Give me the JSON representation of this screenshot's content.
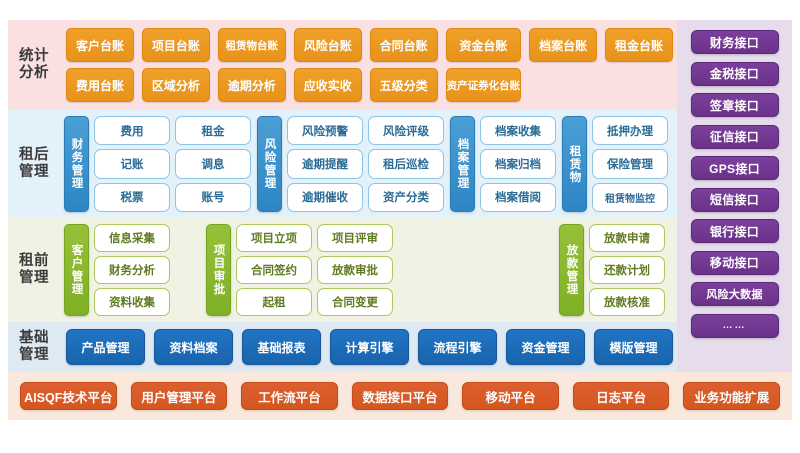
{
  "sections": {
    "statistics": {
      "label": "统计\n分析",
      "label_lines": [
        "统计",
        "分析"
      ],
      "items": [
        "客户台账",
        "项目台账",
        "租赁物台账",
        "风险台账",
        "合同台账",
        "资金台账",
        "档案台账",
        "租金台账",
        "费用台账",
        "区域分析",
        "逾期分析",
        "应收实收",
        "五级分类",
        "资产证券化台账"
      ],
      "color": "#e8921b",
      "background": "#fae0e1"
    },
    "post_lease": {
      "label_lines": [
        "租后",
        "管理"
      ],
      "background": "#e3f1fa",
      "tab_color": "#2d86c4",
      "groups": [
        {
          "tab": "财务管理",
          "columns": 2,
          "cells": [
            "费用",
            "租金",
            "记账",
            "调息",
            "税票",
            "账号"
          ]
        },
        {
          "tab": "风险管理",
          "columns": 2,
          "cells": [
            "风险预警",
            "风险评级",
            "逾期提醒",
            "租后巡检",
            "逾期催收",
            "资产分类"
          ]
        },
        {
          "tab": "档案管理",
          "columns": 1,
          "cells": [
            "档案收集",
            "档案归档",
            "档案借阅"
          ]
        },
        {
          "tab": "租赁物",
          "columns": 1,
          "cells": [
            "抵押办理",
            "保险管理",
            "租赁物监控"
          ]
        }
      ]
    },
    "pre_lease": {
      "label_lines": [
        "租前",
        "管理"
      ],
      "background": "#f0f2e3",
      "tab_color": "#7fb026",
      "groups": [
        {
          "tab": "客户管理",
          "columns": 1,
          "cells": [
            "信息采集",
            "财务分析",
            "资料收集"
          ]
        },
        {
          "tab": "项目审批",
          "columns": 2,
          "cells": [
            "项目立项",
            "项目评审",
            "合同签约",
            "放款审批",
            "起租",
            "合同变更"
          ]
        },
        {
          "tab": "放款管理",
          "columns": 1,
          "cells": [
            "放款申请",
            "还款计划",
            "放款核准"
          ]
        }
      ]
    },
    "base": {
      "label_lines": [
        "基础",
        "管理"
      ],
      "background": "#dde9f3",
      "color": "#1963ae",
      "items": [
        "产品管理",
        "资料档案",
        "基础报表",
        "计算引擎",
        "流程引擎",
        "资金管理",
        "模版管理"
      ]
    },
    "platforms": {
      "background": "#fbe8dd",
      "color": "#d4561f",
      "items": [
        "AISQF技术平台",
        "用户管理平台",
        "工作流平台",
        "数据接口平台",
        "移动平台",
        "日志平台",
        "业务功能扩展"
      ]
    },
    "interfaces": {
      "background": "#e6dcec",
      "color": "#6b3289",
      "items": [
        "财务接口",
        "金税接口",
        "签章接口",
        "征信接口",
        "GPS接口",
        "短信接口",
        "银行接口",
        "移动接口",
        "风险大数据",
        "……"
      ]
    }
  }
}
